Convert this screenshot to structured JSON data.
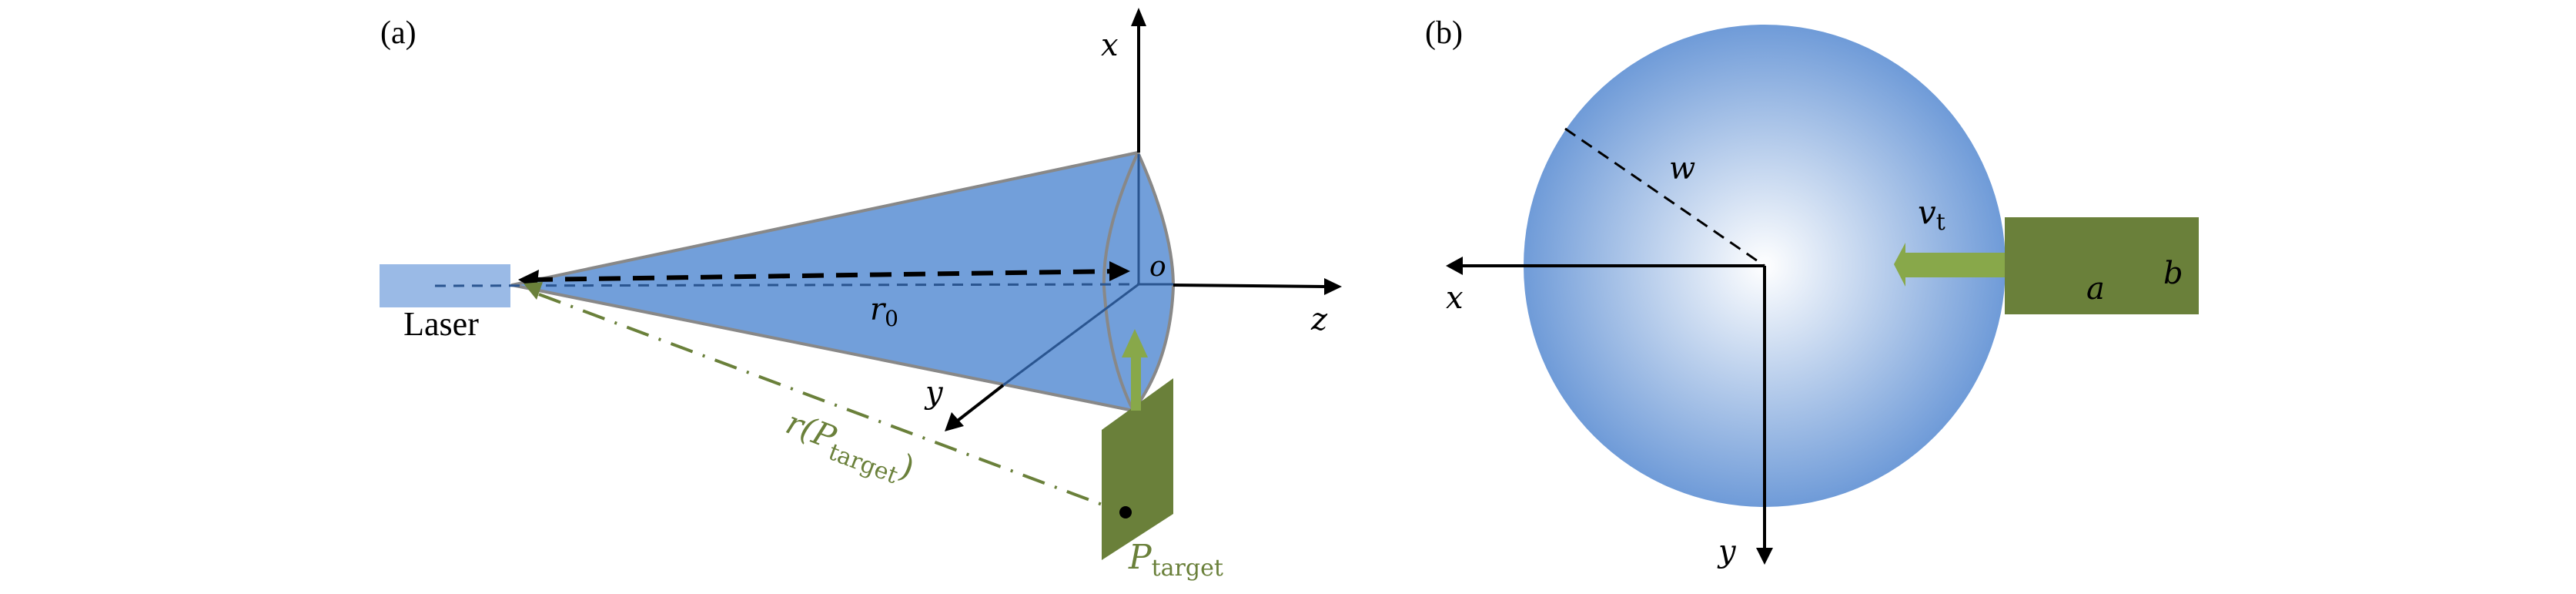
{
  "panels": {
    "a": {
      "tag": "(a)",
      "source_label": "Laser",
      "axis_labels": {
        "x": "x",
        "y": "y",
        "z": "z",
        "origin": "o"
      },
      "distance_label": {
        "main": "r",
        "sub": "0"
      },
      "target_distance_label": {
        "prefix": "r(",
        "main": "P",
        "sub": "target",
        "suffix": ")"
      },
      "target_point_label": {
        "main": "P",
        "sub": "target"
      }
    },
    "b": {
      "tag": "(b)",
      "axis_labels": {
        "x": "x",
        "y": "y"
      },
      "beam_radius_label": "w",
      "velocity_label": {
        "main": "v",
        "sub": "t"
      },
      "target_dim_labels": {
        "a": "a",
        "b": "b"
      }
    }
  },
  "colors": {
    "beam_fill": "#729FDA",
    "laser_box": "#9ABAE6",
    "cone_edge": "#888888",
    "axis_inner": "#2A5590",
    "target_fill": "#6A803A",
    "velocity_arrow": "#88A84A",
    "target_text": "#6A803A",
    "beam_center": "#FFFFFF",
    "beam_edge": "#6F9BD8"
  }
}
